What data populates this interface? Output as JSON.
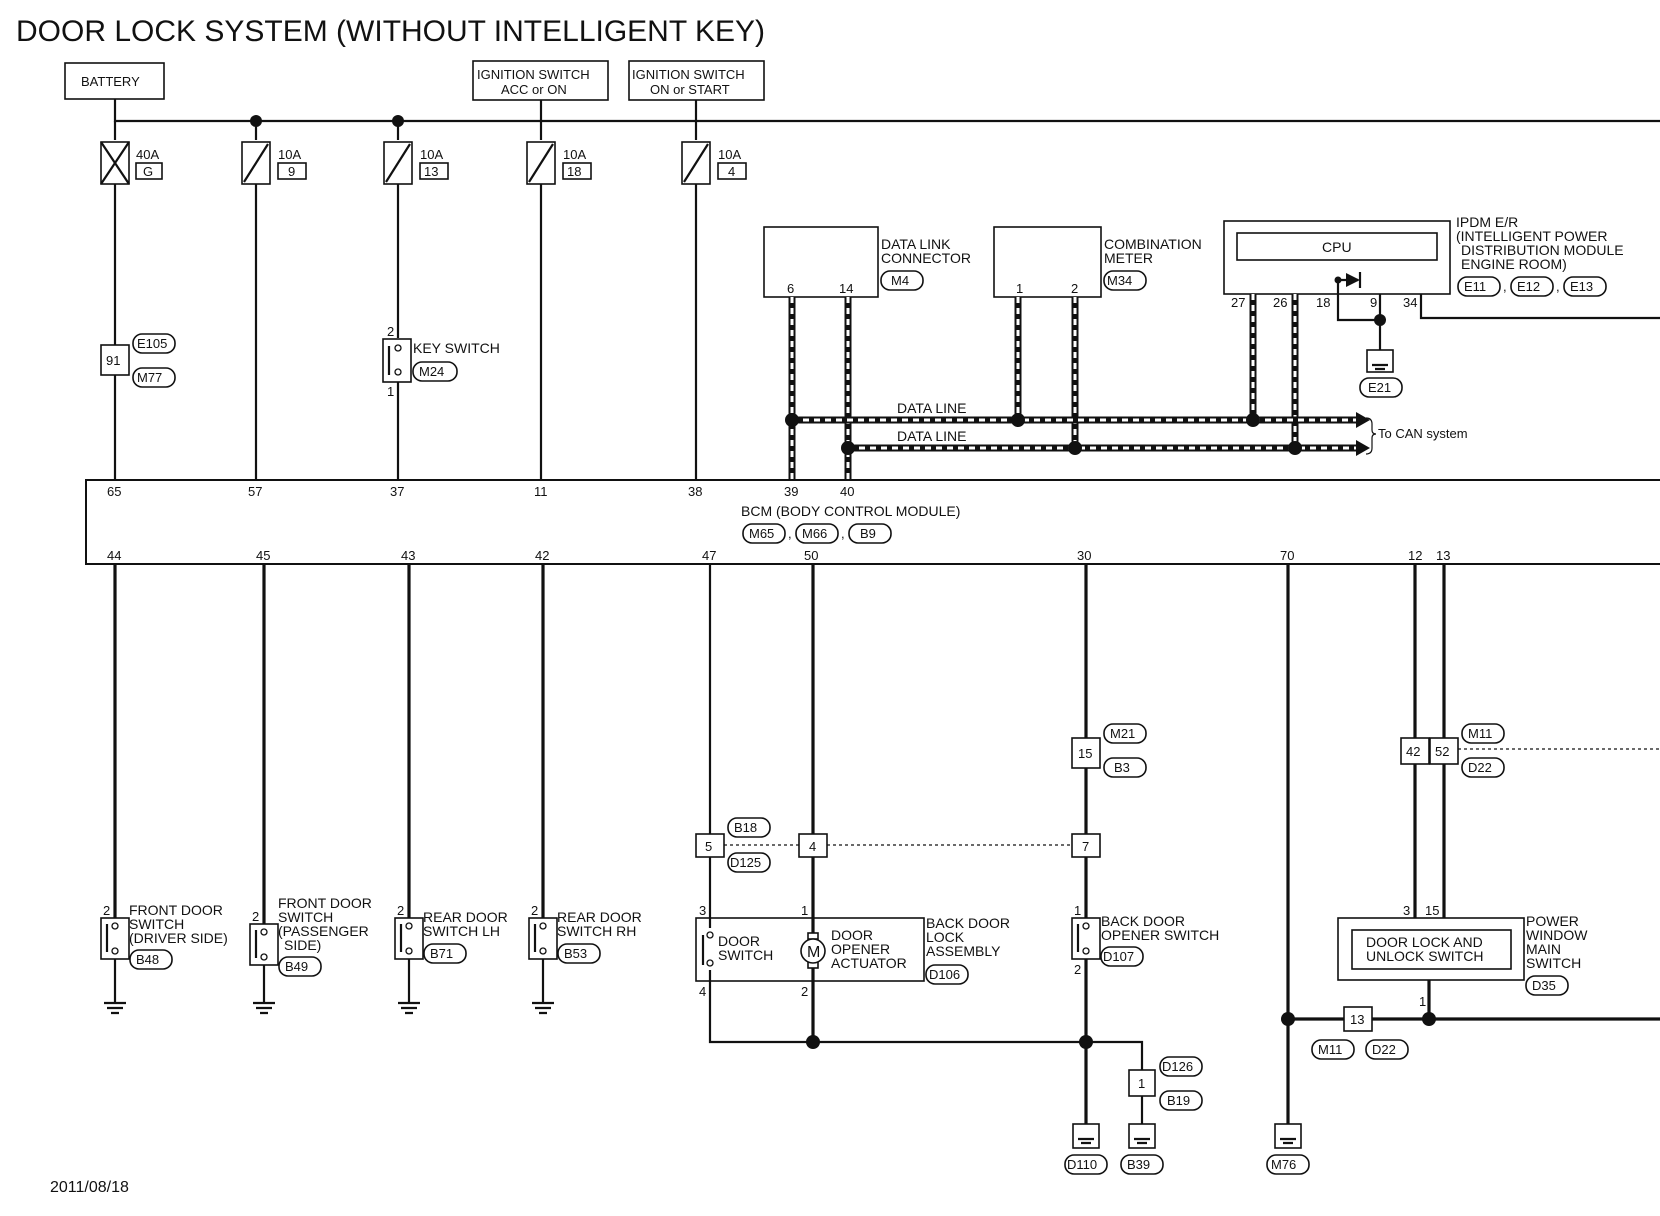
{
  "title": "DOOR LOCK SYSTEM (WITHOUT INTELLIGENT KEY)",
  "date": "2011/08/18",
  "power": {
    "battery": "BATTERY",
    "ign_acc_1": "IGNITION SWITCH",
    "ign_acc_2": "ACC or ON",
    "ign_on_1": "IGNITION SWITCH",
    "ign_on_2": "ON or START"
  },
  "fuses": [
    {
      "amp": "40A",
      "id": "G"
    },
    {
      "amp": "10A",
      "id": "9"
    },
    {
      "amp": "10A",
      "id": "13"
    },
    {
      "amp": "10A",
      "id": "18"
    },
    {
      "amp": "10A",
      "id": "4"
    }
  ],
  "inline": {
    "j91": "91",
    "e105": "E105",
    "m77": "M77",
    "j15": "15",
    "m21": "M21",
    "b3": "B3",
    "j5": "5",
    "j4": "4",
    "j7": "7",
    "b18": "B18",
    "d125": "D125",
    "j42": "42",
    "j52": "52",
    "m11": "M11",
    "d22": "D22",
    "j13": "13",
    "m11b": "M11",
    "d22b": "D22",
    "j1": "1",
    "d126": "D126",
    "b19": "B19"
  },
  "key_switch": {
    "label": "KEY SWITCH",
    "conn": "M24",
    "pin_top": "2",
    "pin_bot": "1"
  },
  "data_link": {
    "l1": "DATA LINK",
    "l2": "CONNECTOR",
    "conn": "M4",
    "p6": "6",
    "p14": "14"
  },
  "combo_meter": {
    "l1": "COMBINATION",
    "l2": "METER",
    "conn": "M34",
    "p1": "1",
    "p2": "2"
  },
  "ipdm": {
    "l1": "IPDM E/R",
    "l2": "(INTELLIGENT POWER",
    "l3": "DISTRIBUTION MODULE",
    "l4": "ENGINE ROOM)",
    "cpu": "CPU",
    "c1": "E11",
    "c2": "E12",
    "c3": "E13",
    "p27": "27",
    "p26": "26",
    "p18": "18",
    "p9": "9",
    "p34": "34",
    "ground": "E21"
  },
  "data_line_1": "DATA LINE",
  "data_line_2": "DATA LINE",
  "to_can": "To CAN system",
  "bcm": {
    "label": "BCM (BODY CONTROL MODULE)",
    "c1": "M65",
    "c2": "M66",
    "c3": "B9",
    "top_pins": [
      "65",
      "57",
      "37",
      "11",
      "38",
      "39",
      "40"
    ],
    "bottom_pins": [
      "44",
      "45",
      "43",
      "42",
      "47",
      "50",
      "30",
      "70",
      "12",
      "13"
    ]
  },
  "switches": [
    {
      "l1": "FRONT DOOR",
      "l2": "SWITCH",
      "l3": "(DRIVER SIDE)",
      "conn": "B48",
      "pin": "2"
    },
    {
      "l1": "FRONT DOOR",
      "l2": "SWITCH",
      "l3": "(PASSENGER",
      "l4": "SIDE)",
      "conn": "B49",
      "pin": "2"
    },
    {
      "l1": "REAR DOOR",
      "l2": "SWITCH LH",
      "conn": "B71",
      "pin": "2"
    },
    {
      "l1": "REAR DOOR",
      "l2": "SWITCH RH",
      "conn": "B53",
      "pin": "2"
    }
  ],
  "back_door_lock": {
    "l1": "BACK DOOR",
    "l2": "LOCK",
    "l3": "ASSEMBLY",
    "conn": "D106",
    "door_switch_1": "DOOR",
    "door_switch_2": "SWITCH",
    "act_1": "DOOR",
    "act_2": "OPENER",
    "act_3": "ACTUATOR",
    "motor": "M",
    "p3": "3",
    "p4": "4",
    "p1": "1",
    "p2": "2"
  },
  "back_door_opener": {
    "l1": "BACK DOOR",
    "l2": "OPENER SWITCH",
    "conn": "D107",
    "p1": "1",
    "p2": "2"
  },
  "pwms": {
    "l1": "POWER",
    "l2": "WINDOW",
    "l3": "MAIN",
    "l4": "SWITCH",
    "conn": "D35",
    "inner_1": "DOOR LOCK AND",
    "inner_2": "UNLOCK SWITCH",
    "p3": "3",
    "p15": "15",
    "p1": "1"
  },
  "grounds": {
    "d110": "D110",
    "b39": "B39",
    "m76": "M76"
  }
}
